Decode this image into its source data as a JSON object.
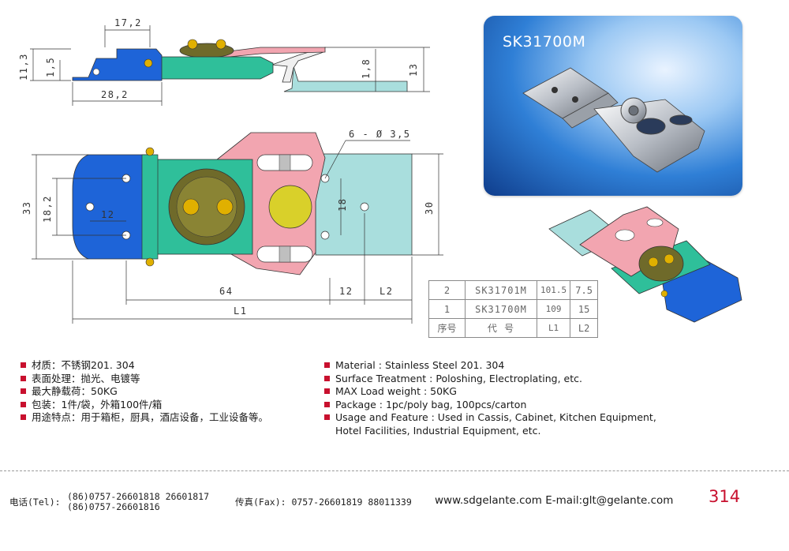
{
  "product": {
    "model": "SK31700M"
  },
  "dimensions": {
    "side_width": "17,2",
    "side_height_total": "11,3",
    "side_height_inner": "1,5",
    "side_length": "28,2",
    "plate_thickness": "1,8",
    "plate_height": "13",
    "holes": "6 - Ø 3,5",
    "height_outer": "33",
    "height_inner": "18,2",
    "hole_offset": "12",
    "hole_spacing": "18",
    "right_height": "30",
    "length_main": "64",
    "length_gap": "12",
    "length_l2": "L2",
    "length_l1": "L1"
  },
  "spec_table": {
    "rows": [
      {
        "index": "2",
        "code": "SK31701M",
        "l1": "101.5",
        "l2": "7.5"
      },
      {
        "index": "1",
        "code": "SK31700M",
        "l1": "109",
        "l2": "15"
      }
    ],
    "header": {
      "index": "序号",
      "code": "代  号",
      "l1": "L1",
      "l2": "L2"
    }
  },
  "specs_cn": [
    "材质：不锈钢201. 304",
    "表面处理：抛光、电镀等",
    "最大静载荷：50KG",
    "包装：1件/袋，外箱100件/箱",
    "用途特点：用于箱柜，厨具，酒店设备，工业设备等。"
  ],
  "specs_en": [
    "Material : Stainless Steel 201. 304",
    "Surface Treatment : Poloshing, Electroplating, etc.",
    "MAX Load weight : 50KG",
    "Package : 1pc/poly bag,  100pcs/carton",
    "Usage and Feature : Used in Cassis, Cabinet, Kitchen Equipment,",
    "Hotel Facilities, Industrial Equipment, etc."
  ],
  "footer": {
    "tel_label": "电话(Tel):",
    "tel_line1": "(86)0757-26601818  26601817",
    "tel_line2": "(86)0757-26601816",
    "fax": "传真(Fax): 0757-26601819 88011339",
    "web": "www.sdgelante.com  E-mail:glt@gelante.com",
    "page": "314"
  },
  "colors": {
    "accent_red": "#c8102e",
    "part_blue": "#1e64d8",
    "part_green": "#2fbf9a",
    "part_pink": "#f2a5b0",
    "part_teal": "#a9dedd",
    "part_olive": "#6f6a2a",
    "part_gold": "#e0b000"
  }
}
